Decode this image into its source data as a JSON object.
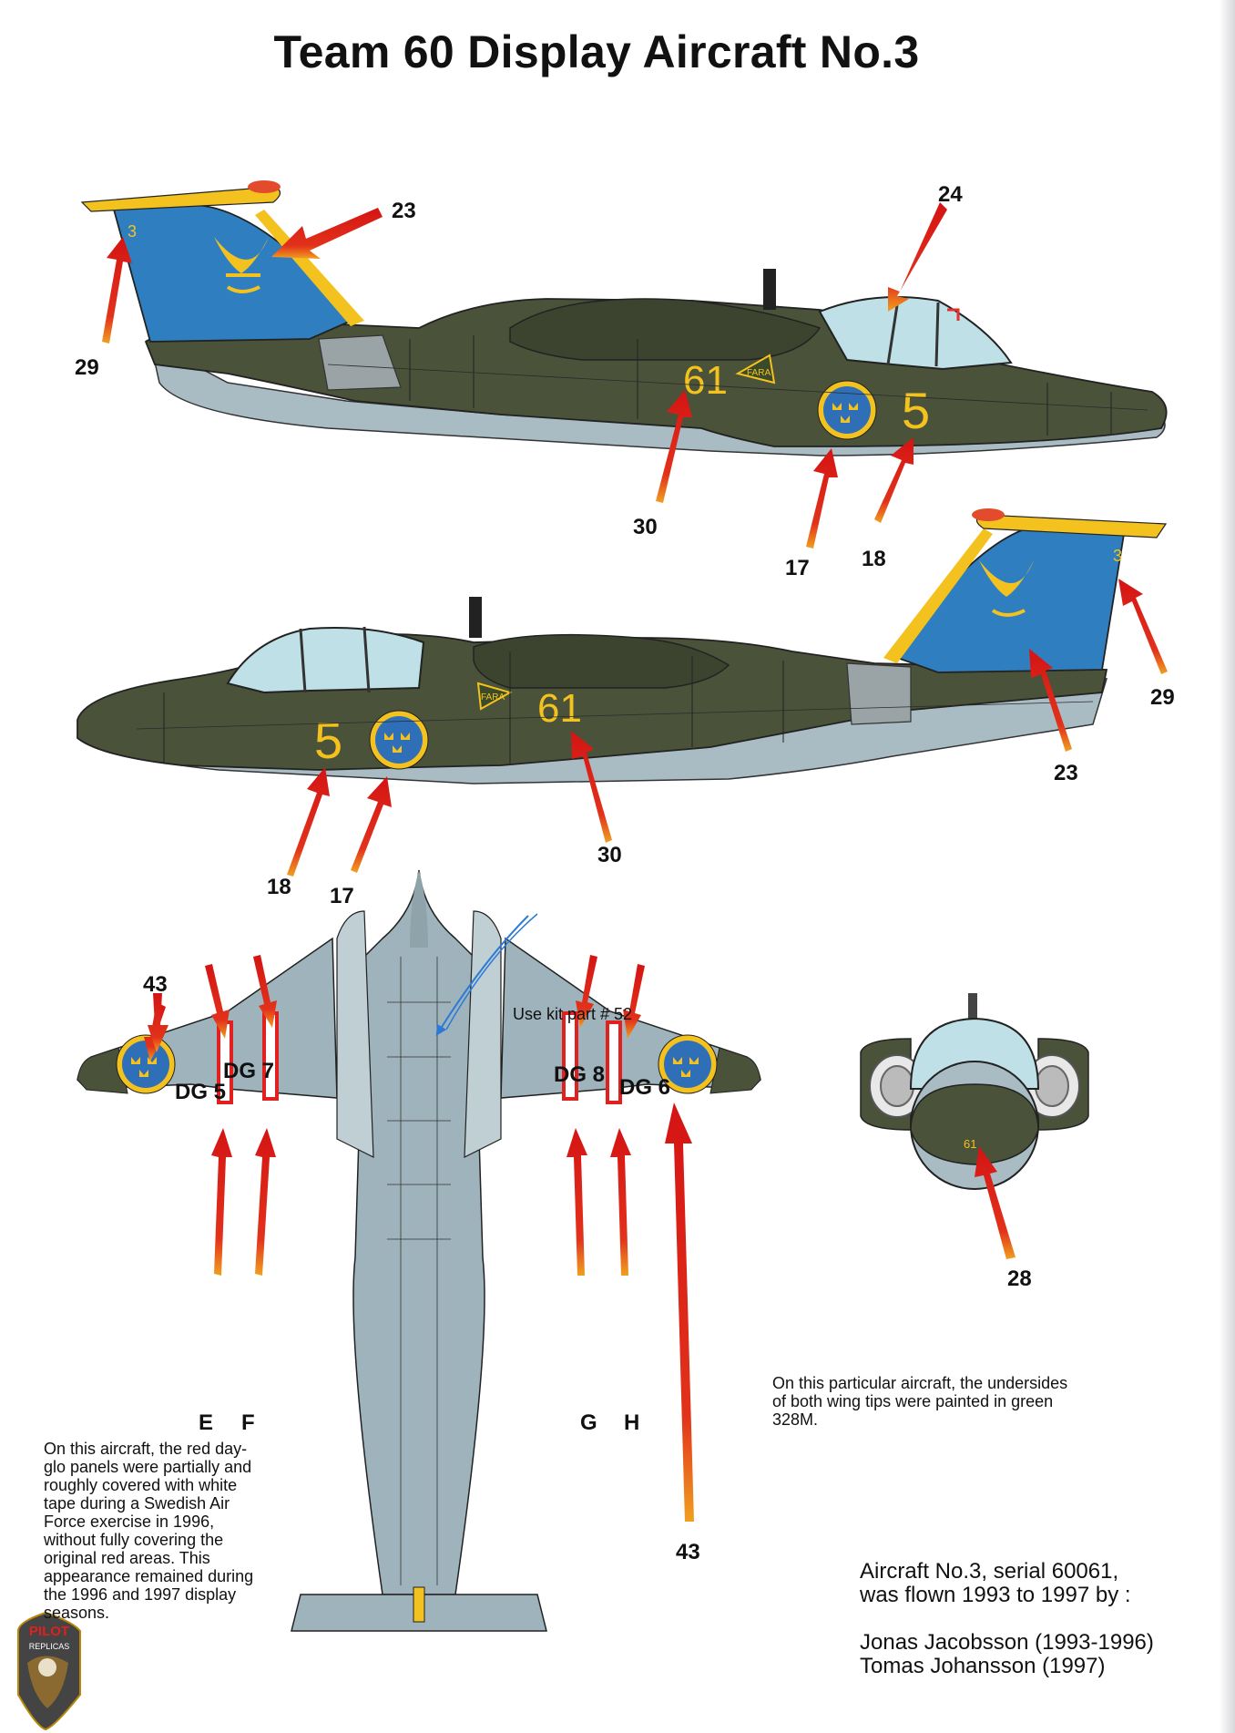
{
  "title": "Team 60 Display Aircraft No.3",
  "callouts": {
    "c23a": "23",
    "c24": "24",
    "c29a": "29",
    "c30a": "30",
    "c17a": "17",
    "c18a": "18",
    "c29b": "29",
    "c23b": "23",
    "c30b": "30",
    "c18b": "18",
    "c17b": "17",
    "c43a": "43",
    "c43b": "43",
    "dg5": "DG 5",
    "dg7": "DG 7",
    "dg8": "DG 8",
    "dg6": "DG 6",
    "e": "E",
    "f": "F",
    "g": "G",
    "h": "H",
    "c28": "28"
  },
  "markings": {
    "fin_number": "3",
    "code_61": "61",
    "code_5": "5",
    "fara": "FARA",
    "front_61": "61"
  },
  "kit_note": "Use kit part # 52",
  "wingtip_note": [
    "On this particular aircraft, the undersides",
    "of both wing tips were painted in green",
    "328M."
  ],
  "dayglo_note": [
    "On this aircraft, the red day-",
    "glo panels were partially and",
    "roughly covered with white",
    "tape during a Swedish Air",
    "Force exercise in 1996,",
    "without fully covering the",
    "original red areas. This",
    "appearance remained during",
    "the 1996 and 1997 display",
    "seasons."
  ],
  "credits": {
    "line1": "Aircraft No.3, serial 60061,",
    "line2": "was flown 1993 to 1997 by :",
    "pilot1": "Jonas Jacobsson (1993-1996)",
    "pilot2": "Tomas Johansson (1997)"
  },
  "logo": {
    "top": "PILOT",
    "bottom": "REPLICAS"
  },
  "colors": {
    "camo_green": "#4a5239",
    "underside_grey": "#a9bcc4",
    "fin_blue": "#2f7fc0",
    "roundel_blue": "#2f6fb8",
    "marking_yellow": "#f4c21f",
    "dayglo_red": "#e12020",
    "canopy": "#bfe0e6"
  }
}
